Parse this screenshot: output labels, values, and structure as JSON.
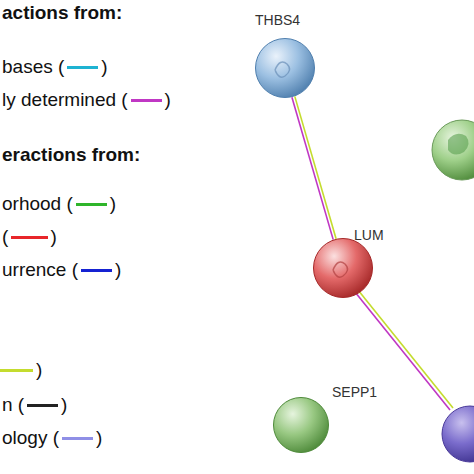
{
  "diagram": {
    "nodes": [
      {
        "text": [
          "THBS4"
        ]
      },
      {
        "text": [
          "LUM"
        ]
      },
      {
        "text": [
          "SEPP1"
        ]
      }
    ],
    "edges": [
      {
        "from": 0,
        "to": 1,
        "arrow": "none"
      }
    ],
    "labels": [
      "actions from:",
      "eractions from:"
    ],
    "legend": [
      {
        "text": "bases (       )"
      },
      {
        "text": "ly determined (       )"
      },
      {
        "text": "orhood (       )"
      },
      {
        "text": "(        )"
      },
      {
        "text": "urrence (       )"
      },
      {
        "text": ")"
      },
      {
        "text": "n (       )"
      },
      {
        "text": "ology (       )"
      }
    ]
  }
}
